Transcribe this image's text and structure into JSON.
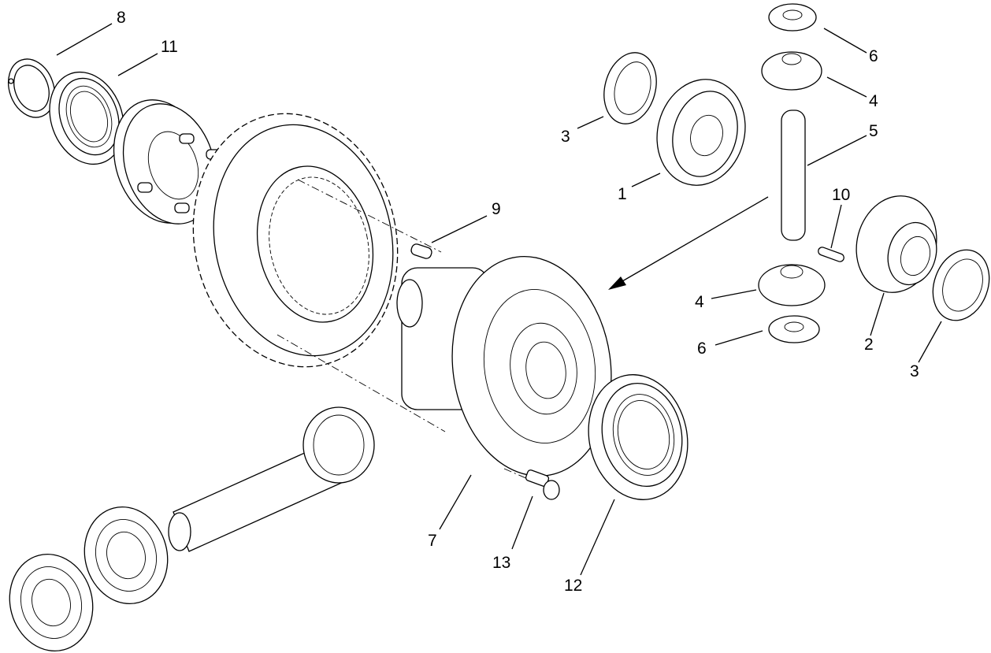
{
  "diagram": {
    "type": "exploded parts diagram",
    "ink_color": "#000000",
    "background_color": "#ffffff",
    "callouts": [
      {
        "id": "callout-8",
        "text": "8"
      },
      {
        "id": "callout-11",
        "text": "11"
      },
      {
        "id": "callout-9",
        "text": "9"
      },
      {
        "id": "callout-3-top",
        "text": "3"
      },
      {
        "id": "callout-1",
        "text": "1"
      },
      {
        "id": "callout-6-top",
        "text": "6"
      },
      {
        "id": "callout-4-top",
        "text": "4"
      },
      {
        "id": "callout-5",
        "text": "5"
      },
      {
        "id": "callout-10",
        "text": "10"
      },
      {
        "id": "callout-4-bottom",
        "text": "4"
      },
      {
        "id": "callout-6-bottom",
        "text": "6"
      },
      {
        "id": "callout-2",
        "text": "2"
      },
      {
        "id": "callout-3-right",
        "text": "3"
      },
      {
        "id": "callout-7",
        "text": "7"
      },
      {
        "id": "callout-13",
        "text": "13"
      },
      {
        "id": "callout-12",
        "text": "12"
      }
    ]
  }
}
